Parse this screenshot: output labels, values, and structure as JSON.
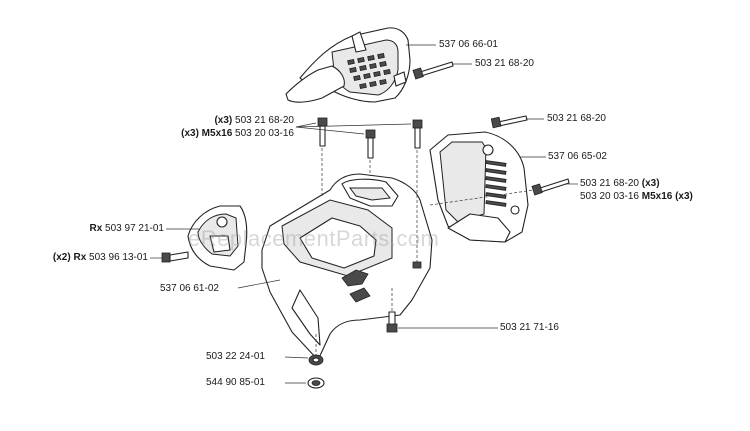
{
  "labels": {
    "l1": {
      "part": "537 06 66-01"
    },
    "l2": {
      "part": "503 21 68-20"
    },
    "l3": {
      "qty": "(x3)",
      "part": "503 21 68-20"
    },
    "l4": {
      "qty": "(x3) M5x16",
      "part": "503 20 03-16"
    },
    "l5": {
      "part": "503 21 68-20"
    },
    "l6": {
      "part": "537 06 65-02"
    },
    "l7": {
      "part": "503 21 68-20",
      "suffix": "(x3)"
    },
    "l8": {
      "part": "503 20 03-16",
      "suffix": "M5x16 (x3)"
    },
    "l9": {
      "prefix": "Rx",
      "part": "503 97 21-01"
    },
    "l10": {
      "prefix": "(x2) Rx",
      "part": "503 96 13-01"
    },
    "l11": {
      "part": "537 06 61-02"
    },
    "l12": {
      "part": "503 21 71-16"
    },
    "l13": {
      "part": "503 22 24-01"
    },
    "l14": {
      "part": "544 90 85-01"
    }
  },
  "watermark": "eReplacementParts.com"
}
